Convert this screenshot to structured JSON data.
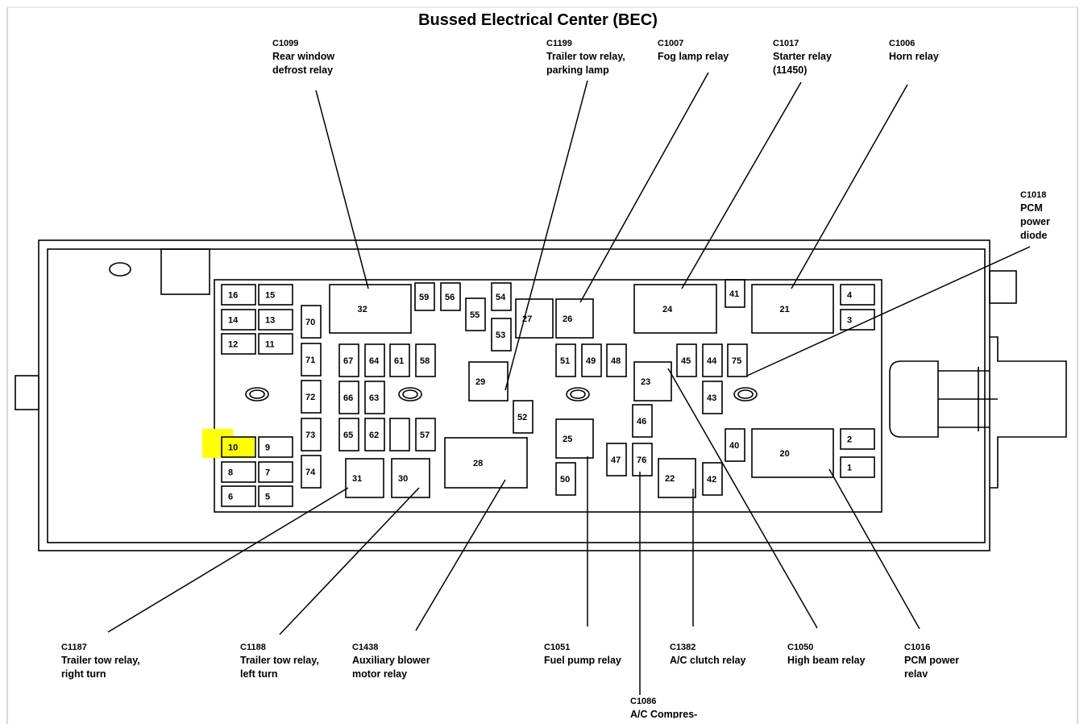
{
  "title": "Bussed Electrical Center (BEC)",
  "highlight_color": "#ffff00",
  "fuses": [
    "1",
    "2",
    "3",
    "4",
    "5",
    "6",
    "7",
    "8",
    "9",
    "10",
    "11",
    "12",
    "13",
    "14",
    "15",
    "16",
    "20",
    "21",
    "22",
    "23",
    "24",
    "25",
    "26",
    "27",
    "28",
    "29",
    "30",
    "31",
    "32",
    "40",
    "41",
    "42",
    "43",
    "44",
    "45",
    "46",
    "47",
    "48",
    "49",
    "50",
    "51",
    "52",
    "53",
    "54",
    "55",
    "56",
    "57",
    "58",
    "59",
    "61",
    "62",
    "63",
    "64",
    "65",
    "66",
    "67",
    "70",
    "71",
    "72",
    "73",
    "74",
    "75",
    "76"
  ],
  "highlighted_fuse": "10",
  "callouts": [
    {
      "id": "c1099",
      "code": "C1099",
      "lines": [
        "Rear window",
        "defrost relay"
      ]
    },
    {
      "id": "c1199",
      "code": "C1199",
      "lines": [
        "Trailer tow relay,",
        "parking lamp"
      ]
    },
    {
      "id": "c1007",
      "code": "C1007",
      "lines": [
        "Fog lamp relay"
      ]
    },
    {
      "id": "c1017",
      "code": "C1017",
      "lines": [
        "Starter relay",
        "(11450)"
      ]
    },
    {
      "id": "c1006",
      "code": "C1006",
      "lines": [
        "Horn relay"
      ]
    },
    {
      "id": "c1018",
      "code": "C1018",
      "lines": [
        "PCM",
        "power",
        "diode"
      ]
    },
    {
      "id": "c1187",
      "code": "C1187",
      "lines": [
        "Trailer tow relay,",
        "right turn"
      ]
    },
    {
      "id": "c1188",
      "code": "C1188",
      "lines": [
        "Trailer tow relay,",
        "left turn"
      ]
    },
    {
      "id": "c1438",
      "code": "C1438",
      "lines": [
        "Auxiliary blower",
        "motor relay"
      ]
    },
    {
      "id": "c1051",
      "code": "C1051",
      "lines": [
        "Fuel pump relay"
      ]
    },
    {
      "id": "c1086",
      "code": "C1086",
      "lines": [
        "A/C Compres-"
      ]
    },
    {
      "id": "c1382",
      "code": "C1382",
      "lines": [
        "A/C clutch relay"
      ]
    },
    {
      "id": "c1050",
      "code": "C1050",
      "lines": [
        "High beam relay"
      ]
    },
    {
      "id": "c1016",
      "code": "C1016",
      "lines": [
        "PCM power",
        "relav"
      ]
    }
  ]
}
